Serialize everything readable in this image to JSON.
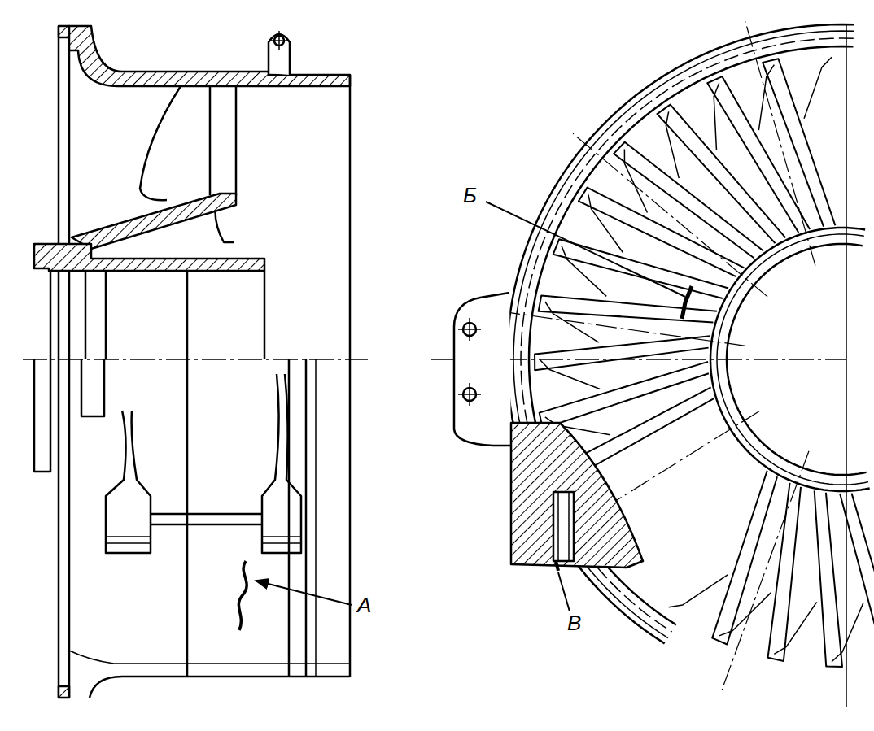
{
  "diagram": {
    "labels": [
      "Б",
      "А",
      "В"
    ]
  }
}
